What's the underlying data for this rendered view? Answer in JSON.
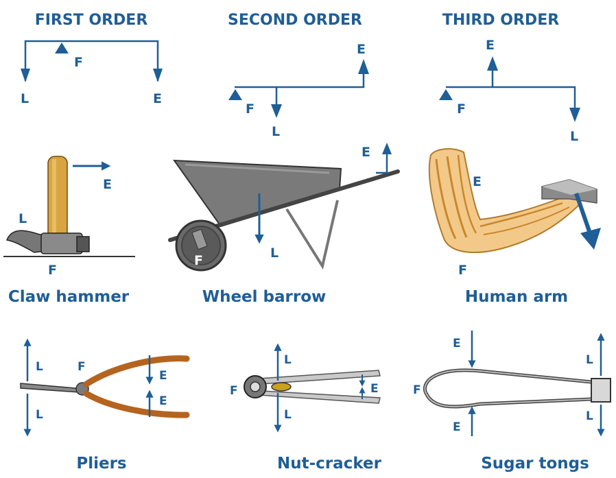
{
  "headers": {
    "first": "FIRST ORDER",
    "second": "SECOND ORDER",
    "third": "THIRD ORDER"
  },
  "letters": {
    "fulcrum": "F",
    "load": "L",
    "effort": "E"
  },
  "captions": {
    "claw_hammer": "Claw hammer",
    "wheel_barrow": "Wheel barrow",
    "human_arm": "Human arm",
    "pliers": "Pliers",
    "nut_cracker": "Nut-cracker",
    "sugar_tongs": "Sugar tongs"
  },
  "colors": {
    "accent": "#1f5e96",
    "wood": "#d9a441",
    "metal": "#6f6f6f",
    "skin": "#f3c98a",
    "plier_handle": "#b5641f"
  }
}
